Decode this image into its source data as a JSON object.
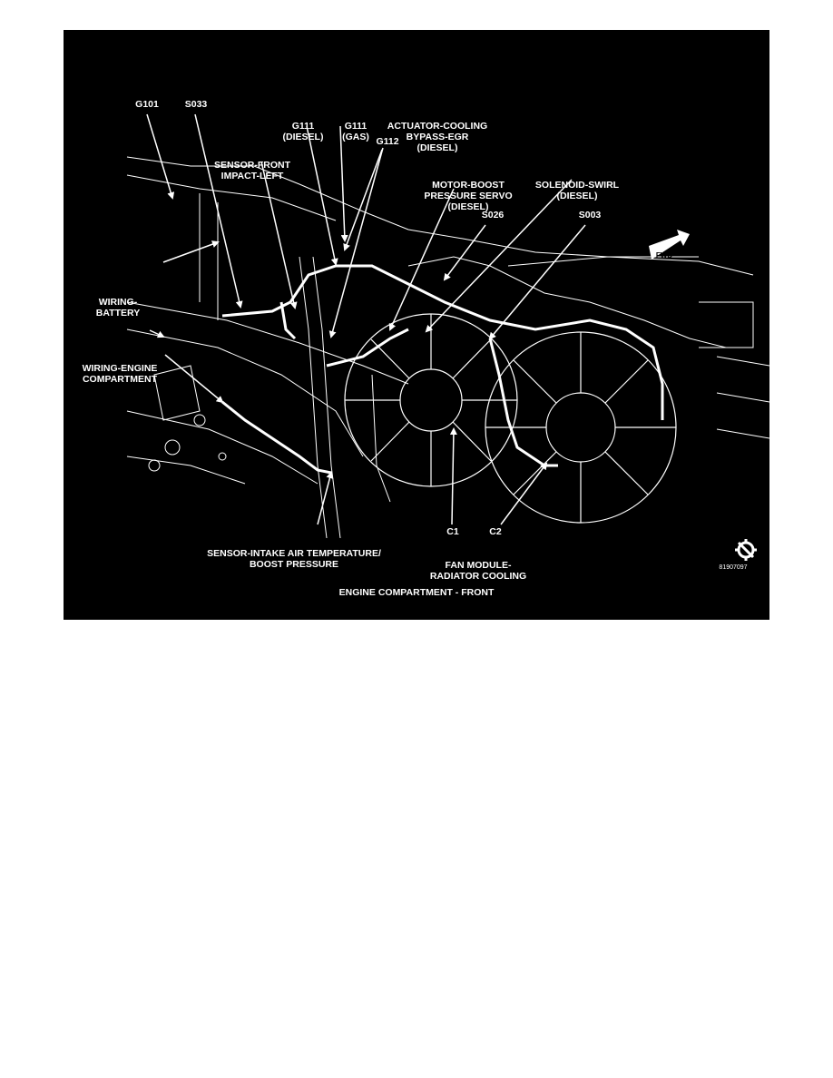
{
  "figure": {
    "caption": "ENGINE COMPARTMENT - FRONT",
    "figure_id": "81907097",
    "direction_arrow": "FWD",
    "service_icon": "gear-wrench-icon",
    "colors": {
      "background": "#000000",
      "linework": "#ffffff"
    }
  },
  "labels": {
    "g101": "G101",
    "s033": "S033",
    "g111_diesel": [
      "G111",
      "(DIESEL)"
    ],
    "g111_gas": [
      "G111",
      "(GAS)"
    ],
    "actuator": [
      "ACTUATOR-COOLING",
      "BYPASS-EGR",
      "(DIESEL)"
    ],
    "g112": "G112",
    "sensor_front": [
      "SENSOR-FRONT",
      "IMPACT-LEFT"
    ],
    "motor_boost": [
      "MOTOR-BOOST",
      "PRESSURE SERVO",
      "(DIESEL)"
    ],
    "solenoid": [
      "SOLENOID-SWIRL",
      "(DIESEL)"
    ],
    "s026": "S026",
    "s003": "S003",
    "wiring_battery": [
      "WIRING-",
      "BATTERY"
    ],
    "wiring_engine": [
      "WIRING-ENGINE",
      "COMPARTMENT"
    ],
    "sensor_intake": [
      "SENSOR-INTAKE AIR TEMPERATURE/",
      "BOOST PRESSURE"
    ],
    "c1": "C1",
    "c2": "C2",
    "fan_module": [
      "FAN MODULE-",
      "RADIATOR COOLING"
    ]
  }
}
